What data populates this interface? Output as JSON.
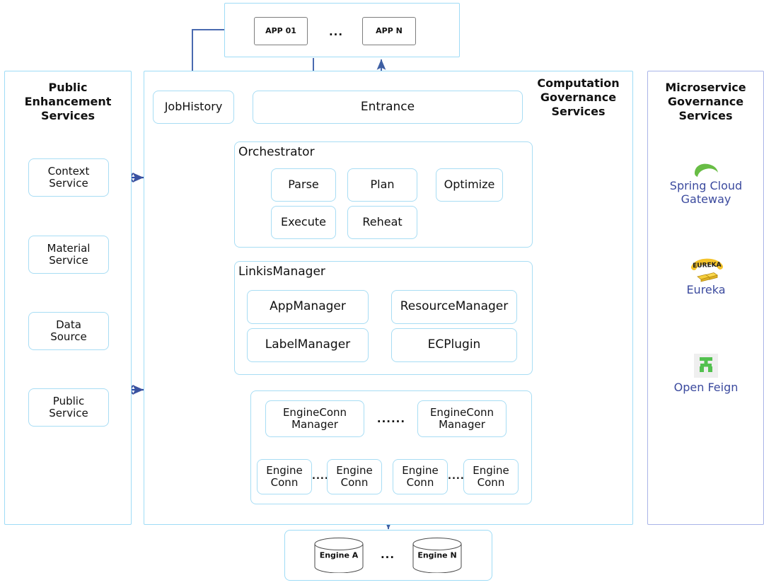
{
  "app_panel": {
    "name": "app-panel",
    "apps": [
      "APP 01",
      "APP N"
    ],
    "ellipsis": "..."
  },
  "left_panel": {
    "title": "Public\nEnhancement\nServices",
    "items": [
      {
        "label": "Context\nService"
      },
      {
        "label": "Material\nService"
      },
      {
        "label": "Data\nSource"
      },
      {
        "label": "Public\nService"
      }
    ]
  },
  "center_panel": {
    "title": "Computation\nGovernance\nServices",
    "job_history": "JobHistory",
    "entrance": "Entrance",
    "orchestrator": {
      "title": "Orchestrator",
      "items": [
        "Parse",
        "Plan",
        "Optimize",
        "Execute",
        "Reheat"
      ]
    },
    "linkis_manager": {
      "title": "LinkisManager",
      "items": [
        "AppManager",
        "ResourceManager",
        "LabelManager",
        "ECPlugin"
      ]
    },
    "ec_area": {
      "managers": [
        "EngineConn\nManager",
        "EngineConn\nManager"
      ],
      "manager_ellipsis": "......",
      "engines": [
        "Engine\nConn",
        "Engine\nConn",
        "Engine\nConn",
        "Engine\nConn"
      ],
      "engine_ellipsis": [
        "....",
        "...."
      ]
    }
  },
  "right_panel": {
    "title": "Microservice\nGovernance\nServices",
    "services": [
      {
        "name": "Spring Cloud\nGateway",
        "icon": "spring-leaf-icon",
        "color": "#3d9f3d"
      },
      {
        "name": "Eureka",
        "icon": "eureka-gold-bars-icon",
        "color": "#f0c419"
      },
      {
        "name": "Open Feign",
        "icon": "open-feign-icon",
        "color": "#53c14f"
      }
    ]
  },
  "engine_panel": {
    "name": "engine-panel",
    "engines": [
      "Engine A",
      "Engine N"
    ],
    "ellipsis": "..."
  },
  "colors": {
    "panel_border": "#9fdcf6",
    "box_border": "#a8ddf4",
    "arrow": "#3e5fa3",
    "label_text": "#3b4a9e",
    "violet_border": "#a9b4e8"
  }
}
